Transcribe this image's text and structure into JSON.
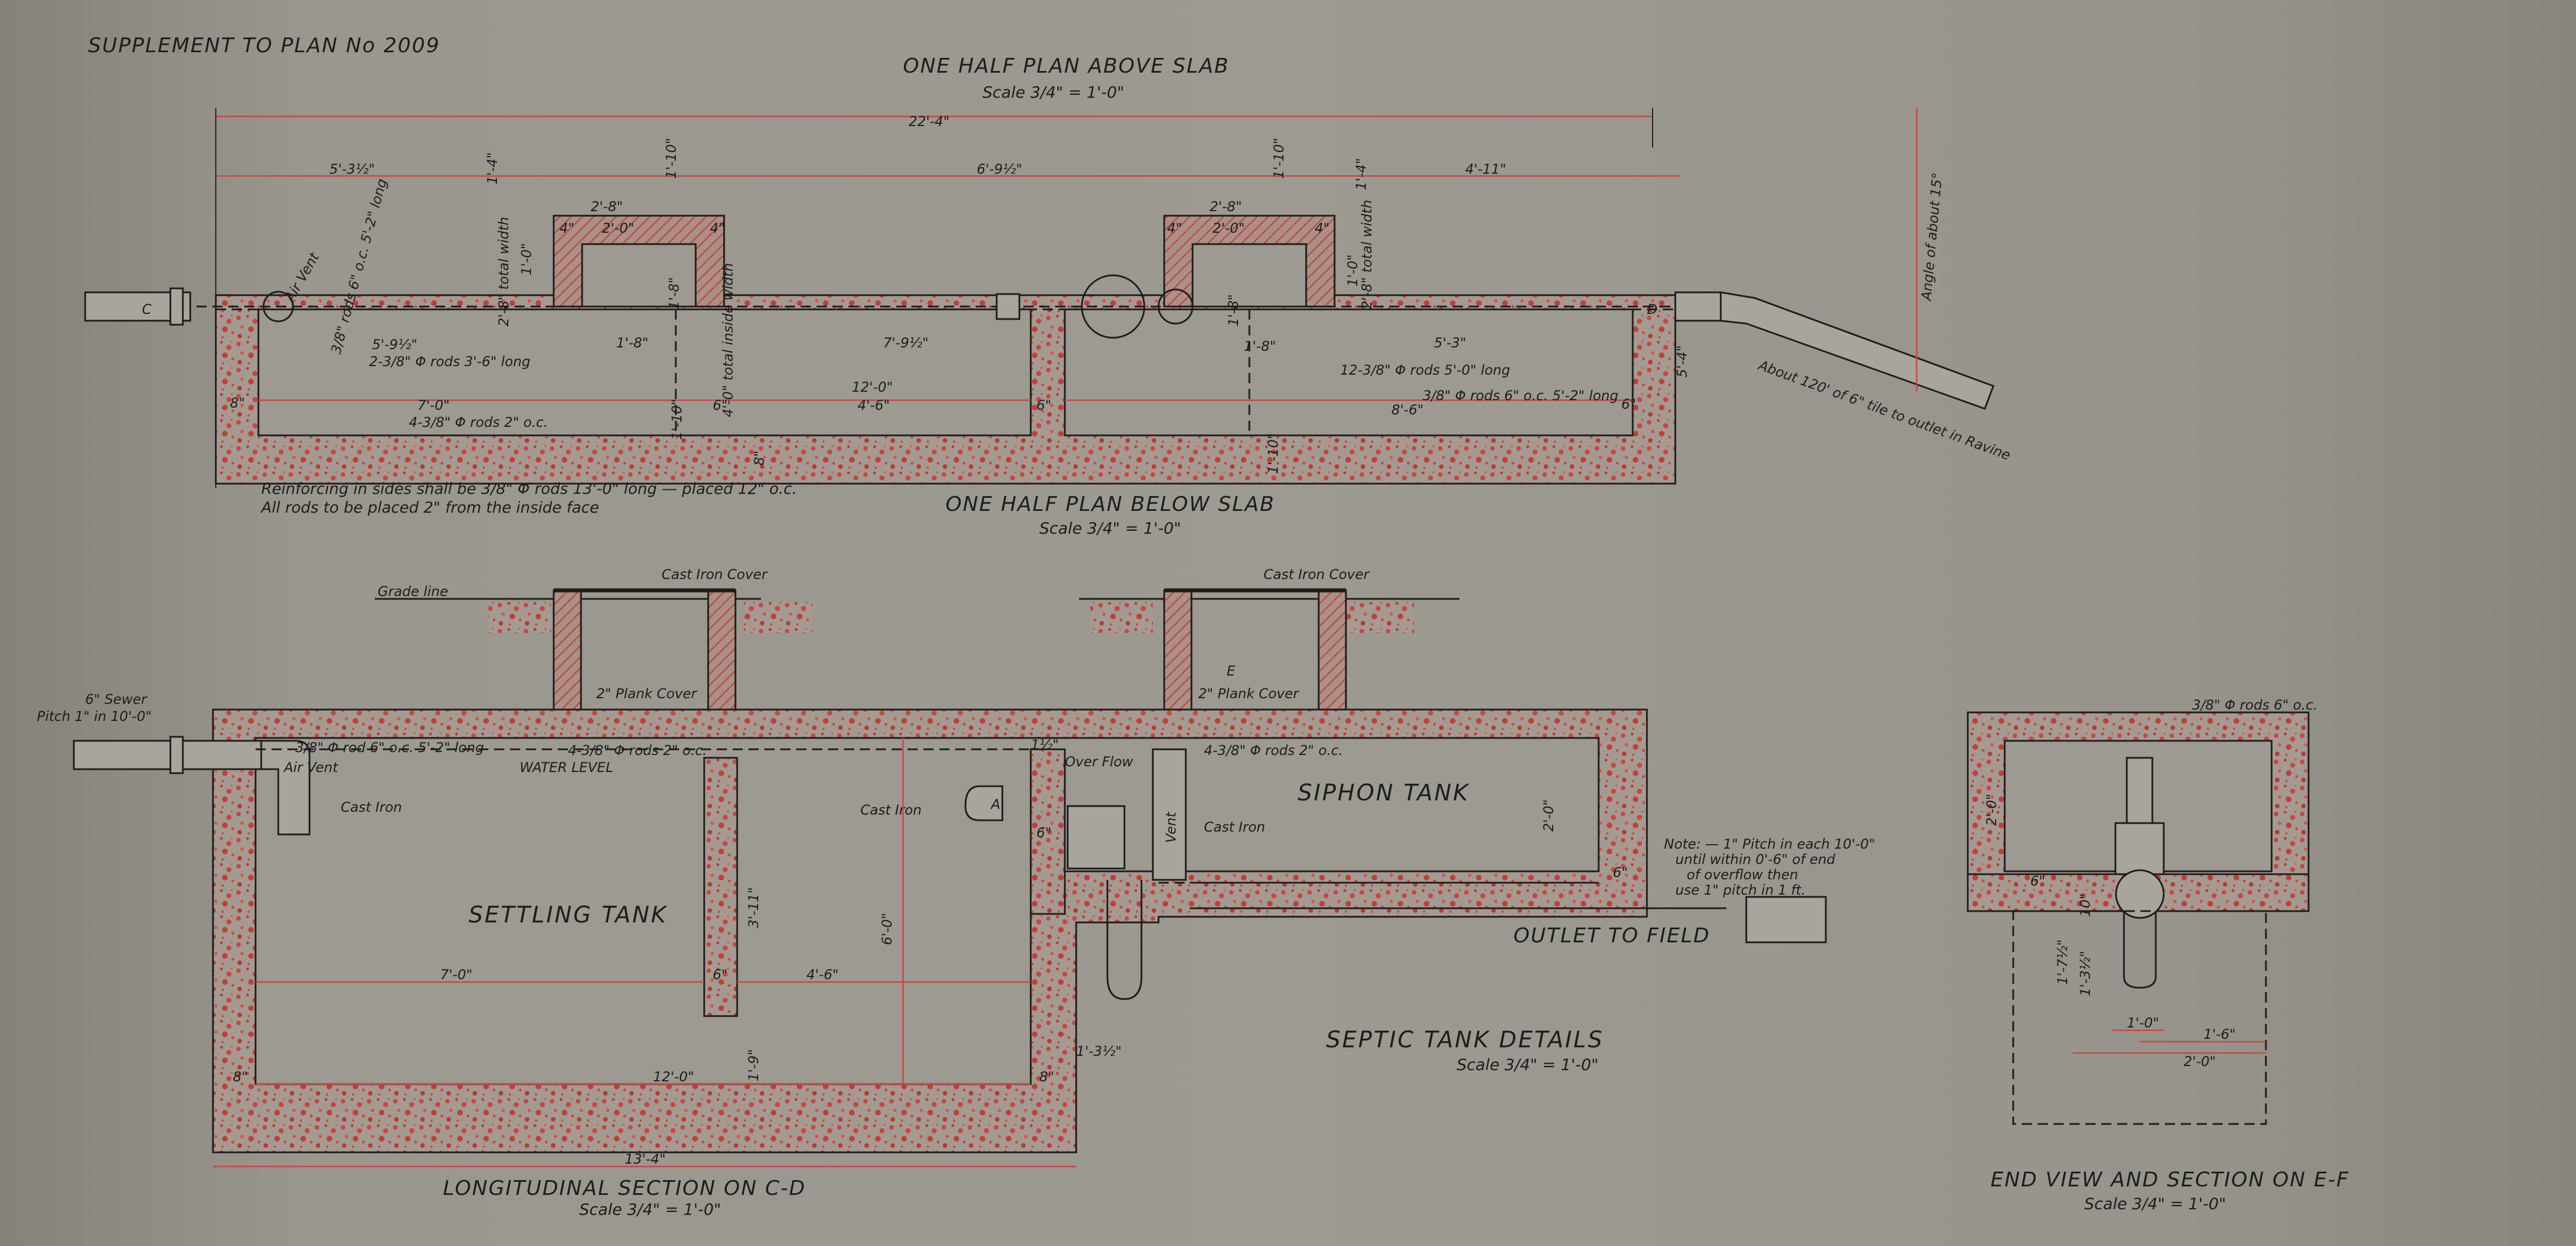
{
  "sheet": {
    "supplement": "SUPPLEMENT TO PLAN No 2009",
    "paper_color": "#9c9a91",
    "ink_color": "#1c1c1c",
    "concrete_color": "#c8473f"
  },
  "plan_above": {
    "title": "ONE HALF PLAN ABOVE SLAB",
    "scale": "Scale 3/4\" = 1'-0\"",
    "dims": {
      "overall": "22'-4\"",
      "left": "5'-3½\"",
      "mid": "6'-9½\"",
      "right": "4'-11\"",
      "mh_left": "2'-8\"",
      "mh_left_inner": "2'-0\"",
      "mh_left_wall_a": "4\"",
      "mh_left_wall_b": "4\"",
      "mh_left_depth": "1'-10\"",
      "mh_right": "2'-8\"",
      "mh_right_inner": "2'-0\"",
      "mh_right_wall_a": "4\"",
      "mh_right_wall_b": "4\"",
      "mh_right_depth": "1'-10\"",
      "top_a": "1'-4\"",
      "top_b": "1'-4\"",
      "side_a": "1'-0\"",
      "side_b": "1'-0\"",
      "total_width_a": "2'-8\" total width",
      "total_width_b": "2'-8\" total width",
      "angle": "Angle of about 15°"
    },
    "labels": {
      "air_vent": "Air Vent",
      "rods_a": "3/8\" rods 6\" o.c. 5'-2\" long",
      "pipe_end": "About 120' of 6\" tile to outlet in Ravine",
      "marker_c": "C",
      "marker_d": "D"
    }
  },
  "plan_below": {
    "title": "ONE HALF PLAN BELOW SLAB",
    "scale": "Scale 3/4\" = 1'-0\"",
    "dims": {
      "d1": "5'-9½\"",
      "d2": "1'-8\"",
      "d3": "1'-8\"",
      "d4": "7'-9½\"",
      "d5": "12'-0\"",
      "d6": "7'-0\"",
      "d7": "4'-6\"",
      "d8": "6\"",
      "d9": "6\"",
      "d10": "1'-10\"",
      "d11": "1'-10\"",
      "d12": "8'-6\"",
      "d13": "5'-3\"",
      "d14": "1'-8\"",
      "d15": "8\"",
      "d16": "8\"",
      "d17": "6\"",
      "d18": "5'-4\"",
      "d19": "4'-0\" total inside width",
      "d20": "1'-8\""
    },
    "rods": {
      "r1": "2-3/8\" Φ rods 3'-6\" long",
      "r2": "4-3/8\" Φ rods 2\" o.c.",
      "r3": "12-3/8\" Φ rods 5'-0\" long",
      "r4": "3/8\" Φ rods 6\" o.c. 5'-2\" long"
    },
    "notes": [
      "Reinforcing in sides shall be 3/8\" Φ rods 13'-0\" long — placed 12\" o.c.",
      "All rods to be placed 2\" from the inside face"
    ]
  },
  "section_cd": {
    "title": "LONGITUDINAL SECTION ON C-D",
    "scale": "Scale 3/4\" = 1'-0\"",
    "labels": {
      "grade_line": "Grade line",
      "cast_iron_cover_a": "Cast Iron Cover",
      "cast_iron_cover_b": "Cast Iron Cover",
      "plank_cover_a": "2\" Plank Cover",
      "plank_cover_b": "2\" Plank Cover",
      "sewer": "6\" Sewer",
      "sewer_pitch": "Pitch 1\" in 10'-0\"",
      "rod_a": "3/8\" Φ rod 6\" o.c. 5'-2\" long",
      "rod_b": "4-3/8\" Φ rods 2\" o.c.",
      "rod_c": "4-3/8\" Φ rods 2\" o.c.",
      "air_vent": "Air Vent",
      "water_level": "WATER LEVEL",
      "cast_iron_a": "Cast Iron",
      "cast_iron_b": "Cast Iron",
      "cast_iron_c": "Cast Iron",
      "over_flow": "Over Flow",
      "vent": "Vent",
      "settling_tank": "SETTLING TANK",
      "siphon_tank": "SIPHON TANK",
      "outlet": "OUTLET TO FIELD",
      "marker_a": "A",
      "marker_e": "E"
    },
    "dims": {
      "s1": "7'-0\"",
      "s2": "4'-6\"",
      "s3": "6'-0\"",
      "s4": "12'-0\"",
      "s5": "13'-4\"",
      "s6": "3'-11\"",
      "s7": "1'-9\"",
      "s8": "1'-3½\"",
      "s9": "6\"",
      "s10": "6\"",
      "s11": "8\"",
      "s12": "8\"",
      "s13": "2'-0\"",
      "s14": "1½\"",
      "s15": "6\""
    },
    "note": [
      "Note: — 1\" Pitch in each 10'-0\"",
      "until within 0'-6\" of end",
      "of overflow then",
      "use 1\" pitch in 1 ft."
    ]
  },
  "details_title": {
    "title": "SEPTIC TANK DETAILS",
    "scale": "Scale 3/4\" = 1'-0\""
  },
  "end_view": {
    "title": "END VIEW AND SECTION ON E-F",
    "scale": "Scale 3/4\" = 1'-0\"",
    "labels": {
      "rods": "3/8\" Φ rods 6\" o.c."
    },
    "dims": {
      "e1": "2'-0\"",
      "e2": "1'-7½\"",
      "e3": "1'-3½\"",
      "e4": "1'-0\"",
      "e5": "1'-6\"",
      "e6": "2'-0\"",
      "e7": "6\"",
      "e8": "10\""
    }
  }
}
